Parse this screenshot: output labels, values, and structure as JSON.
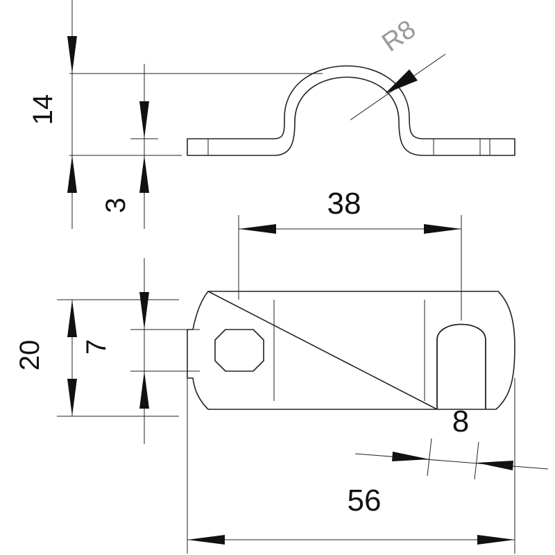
{
  "dimensions": {
    "height_total": "14",
    "thickness": "3",
    "radius": "R8",
    "center_distance": "38",
    "width": "20",
    "hole_diameter": "7",
    "slot_width": "8",
    "length": "56"
  }
}
